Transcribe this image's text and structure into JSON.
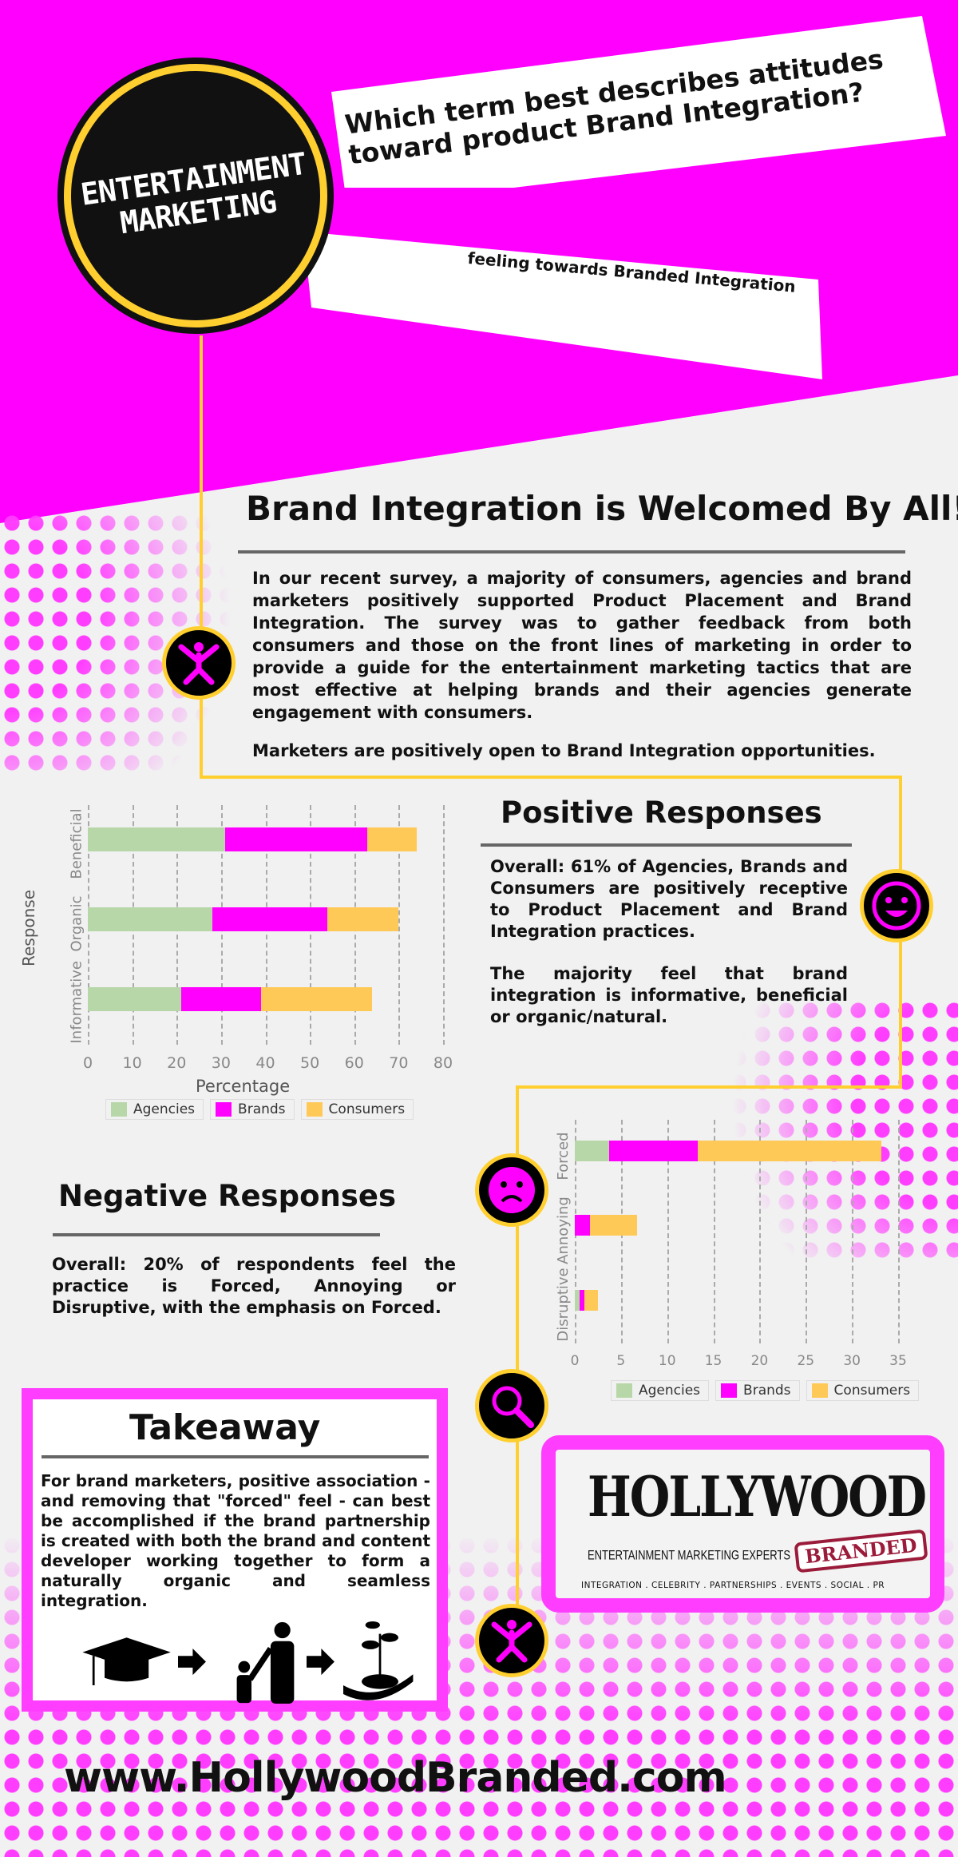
{
  "header": {
    "badge_line1": "ENTERTAINMENT",
    "badge_line2": "MARKETING",
    "question": "Which term best describes attitudes toward product Brand Integration?",
    "subtitle": "Agencies, Brands and Consumers share positive feeling towards Branded Integration"
  },
  "intro": {
    "title": "Brand Integration is Welcomed By All!",
    "paragraph1": "In our recent survey, a majority of consumers, agencies and brand marketers positively supported Product Placement and Brand Integration.  The survey was to gather feedback from both consumers and those on the front lines of marketing in order to provide a guide for the entertainment marketing tactics that are most effective at helping brands and their agencies generate engagement with consumers.",
    "paragraph2": "Marketers are positively open to Brand Integration opportunities."
  },
  "positive": {
    "title": "Positive Responses",
    "paragraph1": "Overall: 61% of Agencies, Brands and Consumers are positively receptive to Product Placement and Brand Integration practices.",
    "paragraph2": "The majority feel that brand integration is informative, beneficial or organic/natural."
  },
  "negative": {
    "title": "Negative Responses",
    "paragraph1": "Overall: 20% of respondents feel the practice is Forced, Annoying or Disruptive, with the emphasis on Forced."
  },
  "takeaway": {
    "title": "Takeaway",
    "paragraph": "For brand marketers, positive association - and removing that \"forced\" feel - can best be accomplished if the brand partnership is created with both the brand and content developer working together to form a naturally organic and seamless integration."
  },
  "logo": {
    "name": "HOLLYWOOD",
    "tagline": "ENTERTAINMENT MARKETING EXPERTS",
    "stamp": "BRANDED",
    "services": "INTEGRATION . CELEBRITY . PARTNERSHIPS . EVENTS . SOCIAL . PR"
  },
  "footer": {
    "url": "www.HollywoodBranded.com"
  },
  "colors": {
    "magenta": "#ff00ff",
    "yellow": "#ffcf2f",
    "agencies": "#b7d7a8",
    "brands": "#ff00ff",
    "consumers": "#ffc957"
  },
  "chart_data": [
    {
      "type": "bar",
      "stacked": true,
      "orientation": "horizontal",
      "title": "",
      "xlabel": "Percentage",
      "ylabel": "Response",
      "xlim": [
        0,
        80
      ],
      "xticks": [
        0,
        10,
        20,
        30,
        40,
        50,
        60,
        70,
        80
      ],
      "grid": true,
      "legend": "bottom",
      "categories": [
        "Beneficial",
        "Organic",
        "Informative"
      ],
      "series": [
        {
          "name": "Agencies",
          "values": [
            31,
            28,
            21
          ]
        },
        {
          "name": "Brands",
          "values": [
            32,
            26,
            18
          ]
        },
        {
          "name": "Consumers",
          "values": [
            11,
            16,
            25
          ]
        }
      ]
    },
    {
      "type": "bar",
      "stacked": true,
      "orientation": "horizontal",
      "title": "",
      "xlabel": "",
      "ylabel": "",
      "xlim": [
        0,
        35
      ],
      "xticks": [
        0,
        5,
        10,
        15,
        20,
        25,
        30,
        35
      ],
      "grid": true,
      "legend": "bottom",
      "categories": [
        "Forced",
        "Annoying",
        "Disruptive"
      ],
      "series": [
        {
          "name": "Agencies",
          "values": [
            3.7,
            0,
            0.5
          ]
        },
        {
          "name": "Brands",
          "values": [
            9.6,
            1.6,
            0.5
          ]
        },
        {
          "name": "Consumers",
          "values": [
            19.9,
            5.1,
            1.5
          ]
        }
      ]
    }
  ]
}
